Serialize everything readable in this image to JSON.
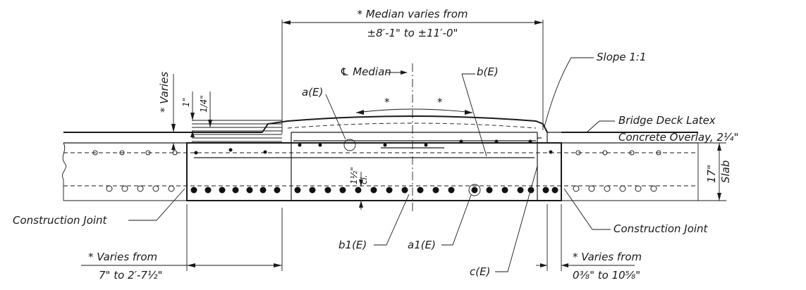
{
  "labels": {
    "median_line1": "* Median varies from",
    "median_line2": "±8′-1\" to ±11′-0\"",
    "cl_median": "℄ Median",
    "varies_vertical": "* Varies",
    "dim_1in": "1\"",
    "dim_quarter": "1/4\"",
    "a_e": "a(E)",
    "b_e": "b(E)",
    "star_left": "*",
    "star_right": "*",
    "slope": "Slope 1:1",
    "overlay_line1": "Bridge Deck Latex",
    "overlay_line2": "Concrete Overlay, 2¼\"",
    "slab_dim": "17\"",
    "slab_word": "Slab",
    "clear_dim": "1½\"",
    "clear_word": "cl.",
    "construction_joint_left": "Construction Joint",
    "construction_joint_right": "Construction Joint",
    "b1_e": "b1(E)",
    "a1_e": "a1(E)",
    "c_e": "c(E)",
    "varies_left_line1": "* Varies from",
    "varies_left_line2": "7\" to 2′-7½\"",
    "varies_right_line1": "* Varies from",
    "varies_right_line2": "0⅜\" to 10⅝\""
  },
  "colors": {
    "ink": "#1a1a1a",
    "paper": "#ffffff"
  }
}
